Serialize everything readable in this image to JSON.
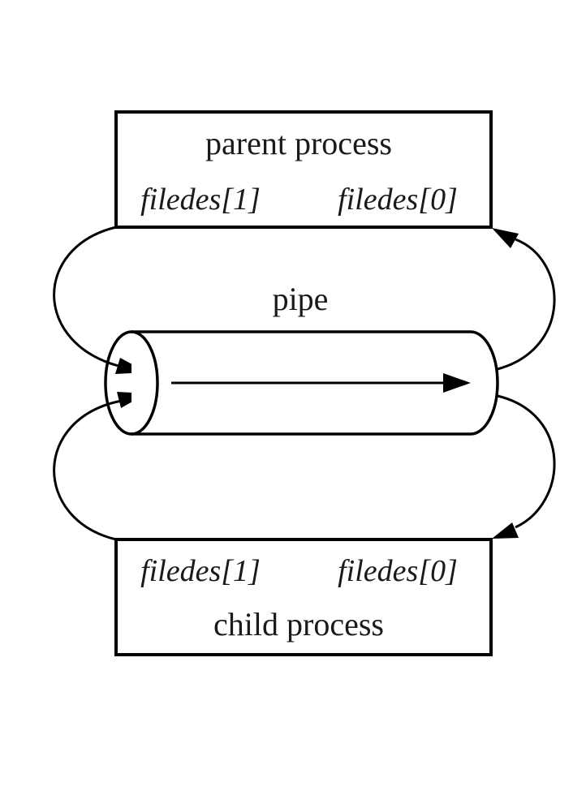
{
  "parent": {
    "title": "parent process",
    "fd_write": "filedes[1]",
    "fd_read": "filedes[0]"
  },
  "pipe": {
    "label": "pipe"
  },
  "child": {
    "title": "child process",
    "fd_write": "filedes[1]",
    "fd_read": "filedes[0]"
  }
}
